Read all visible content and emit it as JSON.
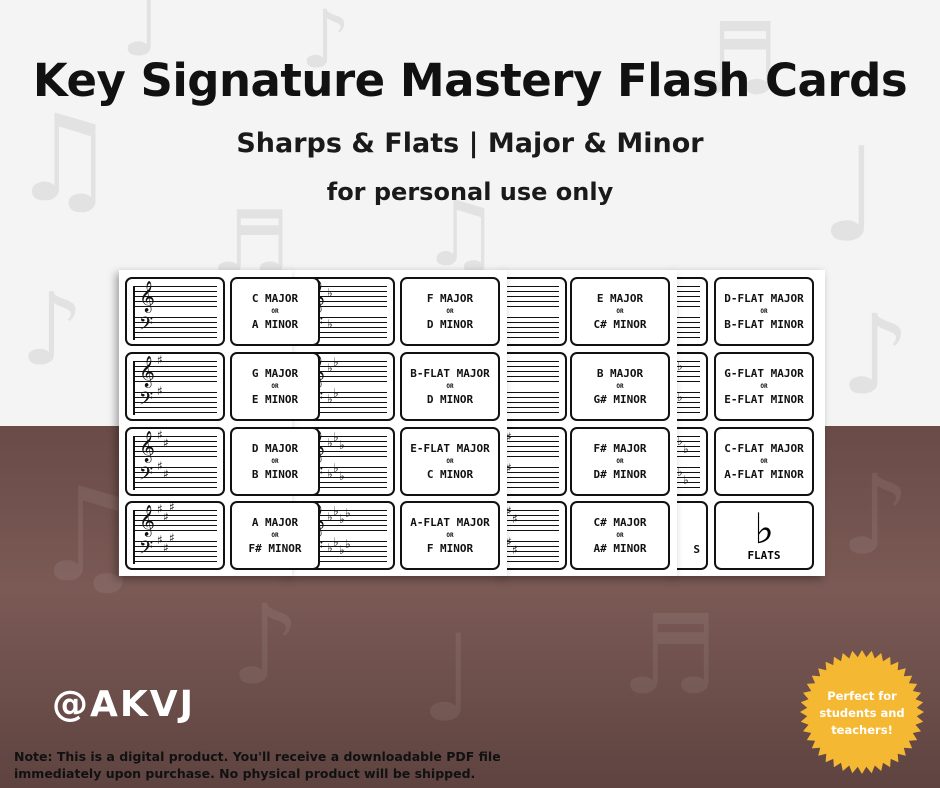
{
  "title": "Key Signature Mastery Flash Cards",
  "subtitle": "Sharps & Flats | Major & Minor",
  "usage_note": "for personal use only",
  "handle": "@AKVJ",
  "disclaimer": "Note:  This is a digital product. You'll receive a downloadable PDF file immediately upon purchase. No physical product will be shipped.",
  "badge": {
    "text": "Perfect for students and teachers!",
    "color": "#f5b833"
  },
  "card_connector": "OR",
  "sheets": [
    {
      "cards": [
        {
          "major": "C MAJOR",
          "minor": "A MINOR"
        },
        {
          "major": "G MAJOR",
          "minor": "E MINOR"
        },
        {
          "major": "D MAJOR",
          "minor": "B MINOR"
        },
        {
          "major": "A MAJOR",
          "minor": "F# MINOR"
        }
      ]
    },
    {
      "cards": [
        {
          "major": "F MAJOR",
          "minor": "D MINOR"
        },
        {
          "major": "B-FLAT MAJOR",
          "minor": "D MINOR"
        },
        {
          "major": "E-FLAT MAJOR",
          "minor": "C MINOR"
        },
        {
          "major": "A-FLAT MAJOR",
          "minor": "F MINOR"
        }
      ]
    },
    {
      "cards": [
        {
          "major": "E MAJOR",
          "minor": "C# MINOR"
        },
        {
          "major": "B MAJOR",
          "minor": "G# MINOR"
        },
        {
          "major": "F# MAJOR",
          "minor": "D# MINOR"
        },
        {
          "major": "C# MAJOR",
          "minor": "A# MINOR"
        }
      ]
    },
    {
      "cards": [
        {
          "major": "D-FLAT MAJOR",
          "minor": "B-FLAT MINOR"
        },
        {
          "major": "G-FLAT MAJOR",
          "minor": "E-FLAT MINOR"
        },
        {
          "major": "C-FLAT MAJOR",
          "minor": "A-FLAT MINOR"
        }
      ],
      "flats_card": {
        "symbol": "♭",
        "label": "FLATS"
      }
    }
  ],
  "partial_label": "S"
}
